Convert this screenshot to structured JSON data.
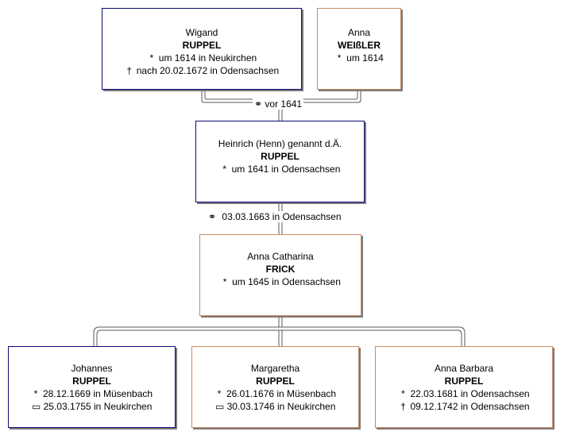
{
  "colors": {
    "male_border": "#0c0c7a",
    "female_border": "#c98a5f",
    "line": "#5a5a5a",
    "shadow": "#7a7a7a"
  },
  "symbols": {
    "birth": "*",
    "death": "†",
    "buried": "▭",
    "marriage": "⚭"
  },
  "persons": {
    "wigand": {
      "given": "Wigand",
      "surname": "RUPPEL",
      "birth": "um 1614 in Neukirchen",
      "death": "nach 20.02.1672 in Odensachsen"
    },
    "anna_weissler": {
      "given": "Anna",
      "surname": "WEIßLER",
      "birth": "um 1614"
    },
    "heinrich": {
      "given": "Heinrich (Henn) genannt d.Ä.",
      "surname": "RUPPEL",
      "birth": "um 1641 in Odensachsen"
    },
    "anna_catharina": {
      "given": "Anna Catharina",
      "surname": "FRICK",
      "birth": "um 1645 in Odensachsen"
    },
    "johannes": {
      "given": "Johannes",
      "surname": "RUPPEL",
      "birth": "28.12.1669 in Müsenbach",
      "buried": "25.03.1755 in Neukirchen"
    },
    "margaretha": {
      "given": "Margaretha",
      "surname": "RUPPEL",
      "birth": "26.01.1676 in Müsenbach",
      "buried": "30.03.1746 in Neukirchen"
    },
    "anna_barbara": {
      "given": "Anna Barbara",
      "surname": "RUPPEL",
      "birth": "22.03.1681 in Odensachsen",
      "death": "09.12.1742 in Odensachsen"
    }
  },
  "marriages": {
    "parents": "vor 1641",
    "main": "03.03.1663 in Odensachsen"
  }
}
